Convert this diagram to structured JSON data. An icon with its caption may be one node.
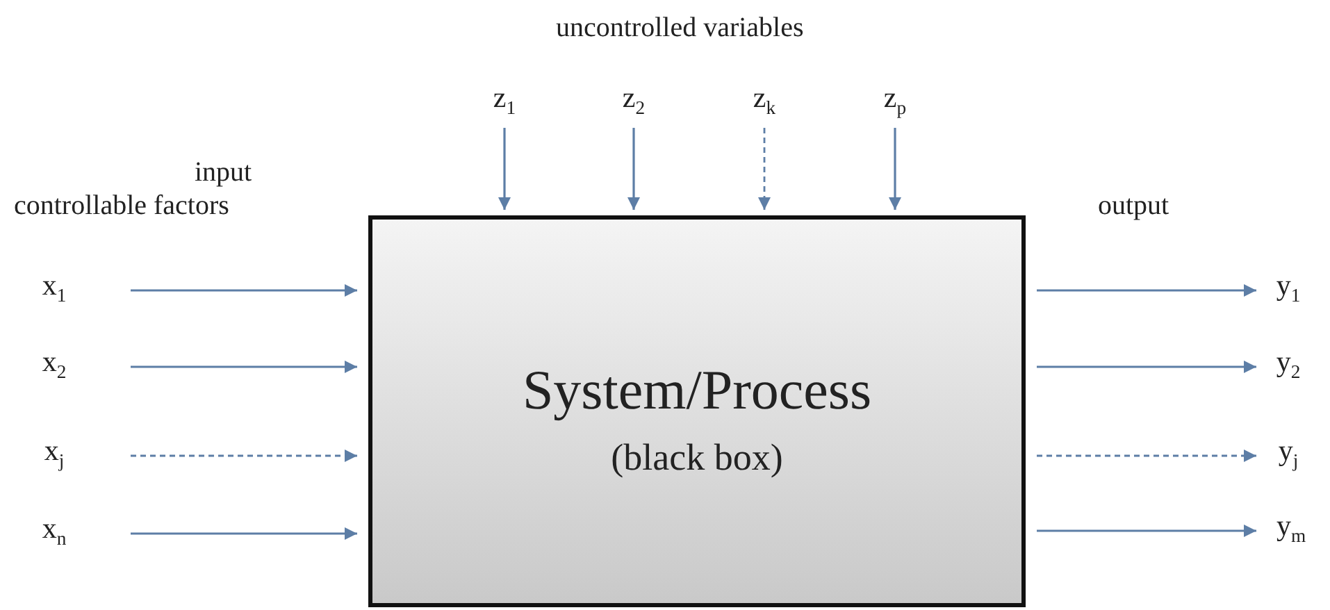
{
  "diagram": {
    "nodes": [
      {
        "text": [
          "z$_{1}$"
        ]
      },
      {
        "text": [
          "z$_{2}$"
        ]
      },
      {
        "text": [
          "z$_{k}$"
        ]
      },
      {
        "text": [
          "z$_{p}$"
        ]
      },
      {
        "text": [
          "x$_{1}$"
        ]
      },
      {
        "text": [
          "x$_{2}$"
        ]
      },
      {
        "text": [
          "x$_{j}$"
        ]
      },
      {
        "text": [
          "x$_{n}$"
        ]
      },
      {
        "text": [
          "System/Process",
          "(black box)"
        ]
      },
      {
        "text": [
          "y$_{1}$"
        ]
      },
      {
        "text": [
          "y$_{2}$"
        ]
      },
      {
        "text": [
          "y$_{j}$"
        ]
      },
      {
        "text": [
          "y$_{m}$"
        ]
      }
    ],
    "edges": [
      {
        "from": 0,
        "to": 8,
        "arrow": "to"
      },
      {
        "from": 1,
        "to": 8,
        "arrow": "to"
      },
      {
        "from": 2,
        "to": 8,
        "arrow": "to",
        "style": "dashed"
      },
      {
        "from": 3,
        "to": 8,
        "arrow": "to"
      },
      {
        "from": 4,
        "to": 8,
        "arrow": "to"
      },
      {
        "from": 5,
        "to": 8,
        "arrow": "to"
      },
      {
        "from": 6,
        "to": 8,
        "arrow": "to",
        "style": "dashed"
      },
      {
        "from": 7,
        "to": 8,
        "arrow": "to"
      },
      {
        "from": 8,
        "to": 9,
        "arrow": "to"
      },
      {
        "from": 8,
        "to": 10,
        "arrow": "to"
      },
      {
        "from": 8,
        "to": 11,
        "arrow": "to",
        "style": "dashed"
      },
      {
        "from": 8,
        "to": 12,
        "arrow": "to"
      }
    ],
    "labels": [
      "uncontrolled variables",
      "input",
      "controllable factors",
      "output"
    ]
  }
}
